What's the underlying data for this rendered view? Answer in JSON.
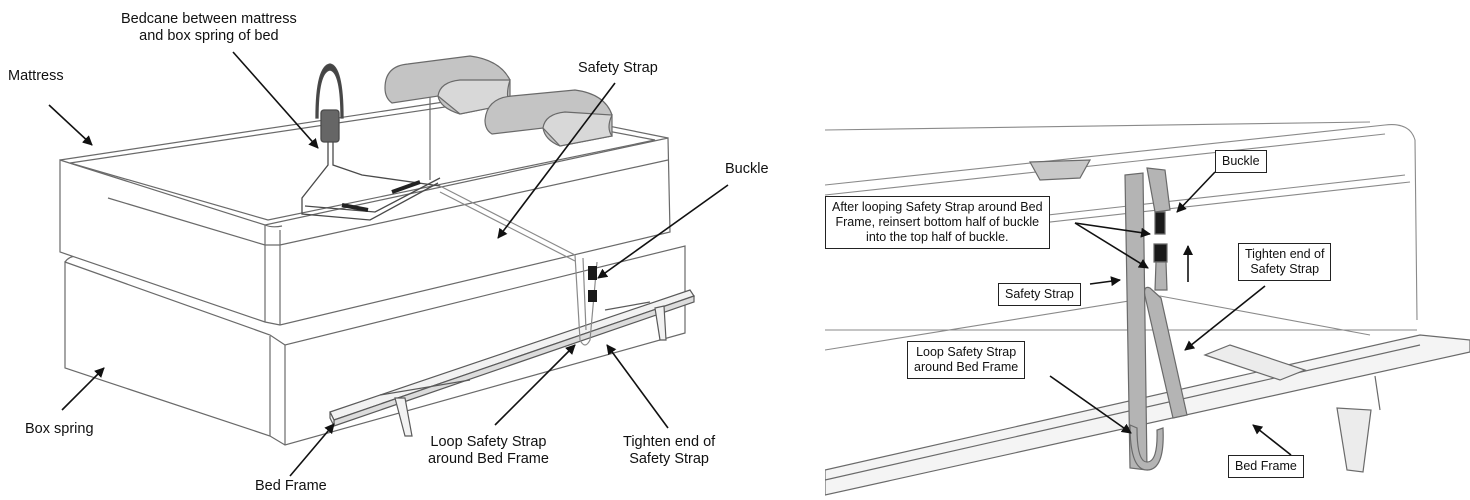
{
  "left_panel": {
    "labels": {
      "bedcane": "Bedcane between mattress\nand box spring of bed",
      "mattress": "Mattress",
      "safety_strap": "Safety Strap",
      "buckle": "Buckle",
      "box_spring": "Box spring",
      "loop": "Loop Safety Strap\naround Bed Frame",
      "tighten": "Tighten end of\nSafety Strap",
      "bed_frame": "Bed Frame"
    }
  },
  "right_panel": {
    "labels": {
      "after_looping": "After looping Safety Strap around Bed\nFrame, reinsert bottom half of buckle\ninto the top half of buckle.",
      "buckle": "Buckle",
      "tighten": "Tighten end of\nSafety Strap",
      "safety_strap": "Safety Strap",
      "loop": "Loop Safety Strap\naround Bed Frame",
      "bed_frame": "Bed Frame"
    }
  },
  "colors": {
    "line": "#5a5a5a",
    "strap": "#9a9a9a",
    "pillow": "#c4c4c4",
    "buckle": "#1a1a1a"
  }
}
